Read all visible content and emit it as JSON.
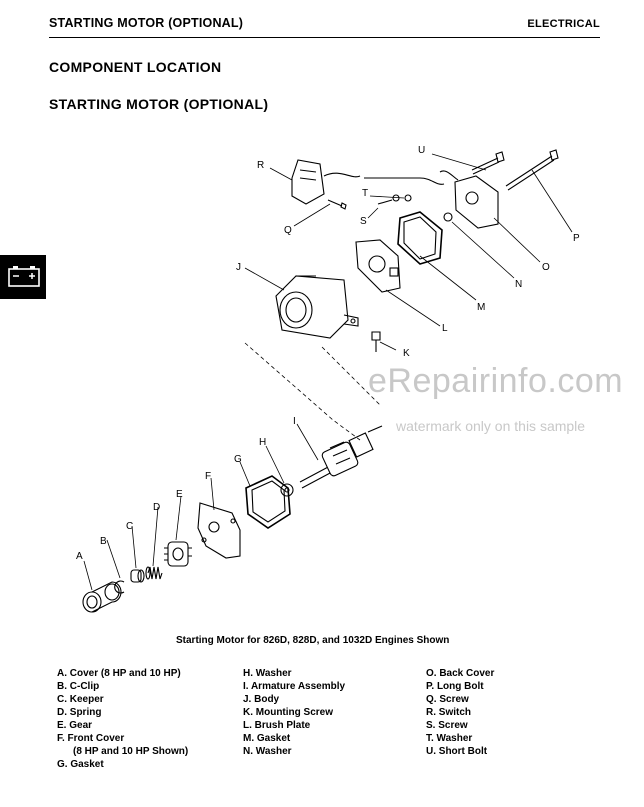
{
  "header": {
    "section_title": "STARTING MOTOR (OPTIONAL)",
    "category": "ELECTRICAL"
  },
  "headings": {
    "component_location": "COMPONENT LOCATION",
    "subtitle": "STARTING MOTOR (OPTIONAL)"
  },
  "tab_icon": "battery-icon",
  "callouts": [
    "A",
    "B",
    "C",
    "D",
    "E",
    "F",
    "G",
    "H",
    "I",
    "J",
    "K",
    "L",
    "M",
    "N",
    "O",
    "P",
    "Q",
    "R",
    "S",
    "T",
    "U"
  ],
  "watermark": {
    "brand": "eRepairinfo.com",
    "note": "watermark only on this sample"
  },
  "caption": "Starting Motor for 826D, 828D, and 1032D Engines Shown",
  "legend": {
    "col1": [
      "A. Cover (8 HP and 10 HP)",
      "B. C-Clip",
      "C. Keeper",
      "D. Spring",
      "E. Gear",
      "F. Front Cover",
      "(8 HP and 10 HP Shown)",
      "G. Gasket"
    ],
    "col2": [
      "H. Washer",
      "I. Armature Assembly",
      "J. Body",
      "K. Mounting Screw",
      "L. Brush Plate",
      "M. Gasket",
      "N. Washer"
    ],
    "col3": [
      "O. Back Cover",
      "P. Long Bolt",
      "Q. Screw",
      "R. Switch",
      "S. Screw",
      "T. Washer",
      "U. Short Bolt"
    ]
  }
}
